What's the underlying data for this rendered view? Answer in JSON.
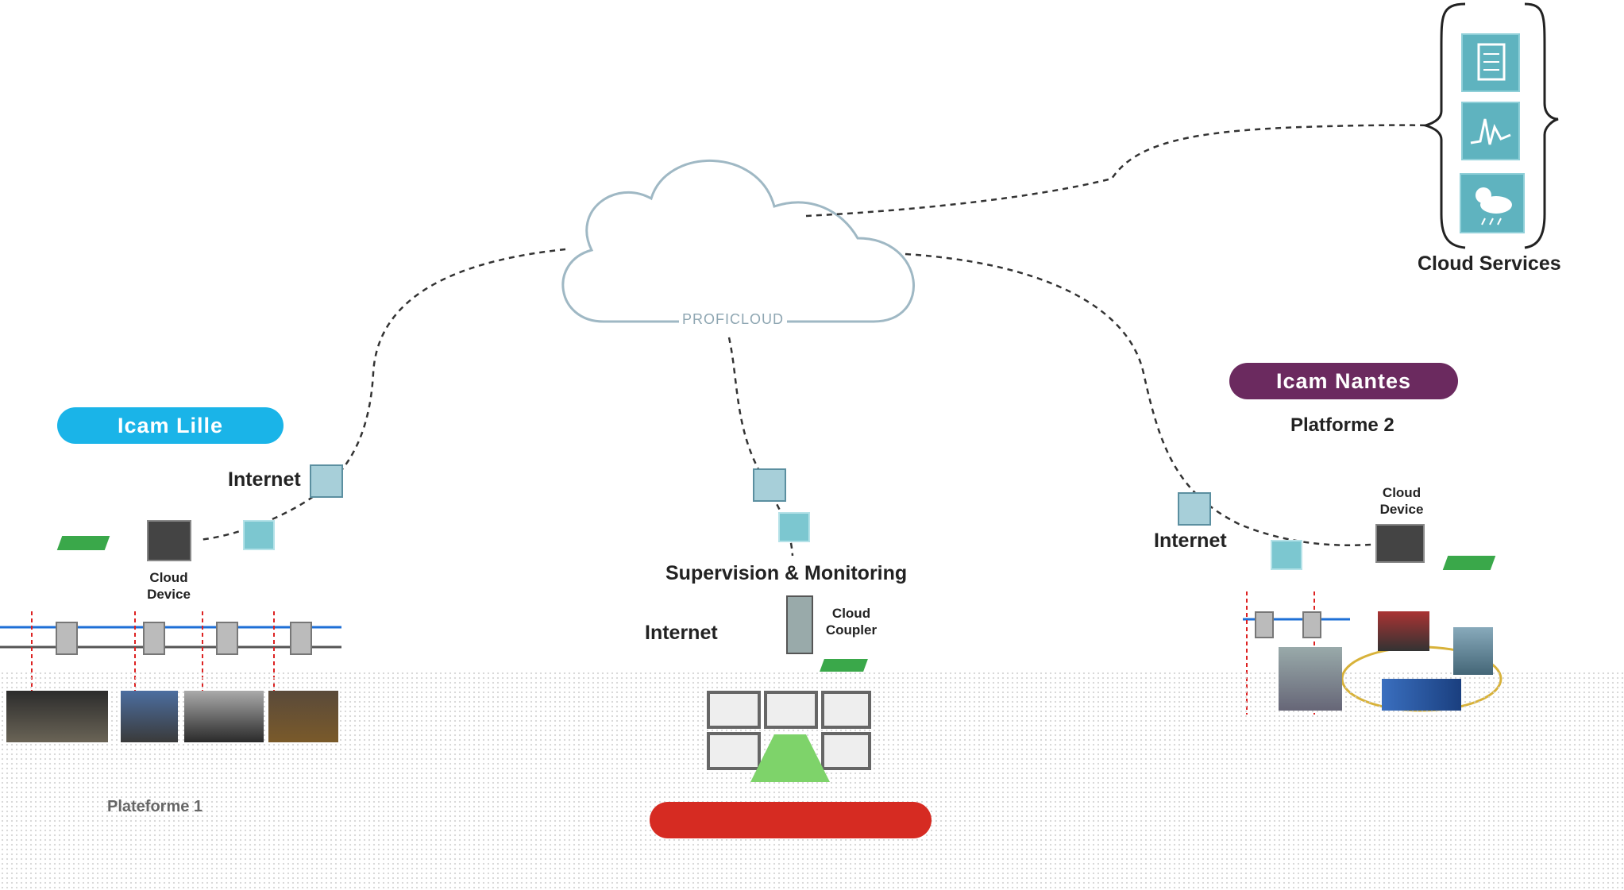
{
  "cloud": {
    "label": "PROFICLOUD"
  },
  "cloud_services": {
    "label": "Cloud Services",
    "icons": [
      "document-icon",
      "chart-icon",
      "weather-icon"
    ]
  },
  "sites": {
    "lille": {
      "badge": "Icam Lille",
      "badge_color": "#1ab4e8",
      "internet_label": "Internet",
      "device_label_line1": "Cloud",
      "device_label_line2": "Device",
      "platform_label": "Plateforme 1"
    },
    "center": {
      "title": "Supervision & Monitoring",
      "internet_label": "Internet",
      "coupler_label_line1": "Cloud",
      "coupler_label_line2": "Coupler",
      "button_color": "#d62b22"
    },
    "nantes": {
      "badge": "Icam Nantes",
      "badge_color": "#6b2a5f",
      "platform_label": "Platforme  2",
      "internet_label": "Internet",
      "device_label_line1": "Cloud",
      "device_label_line2": "Device"
    }
  }
}
